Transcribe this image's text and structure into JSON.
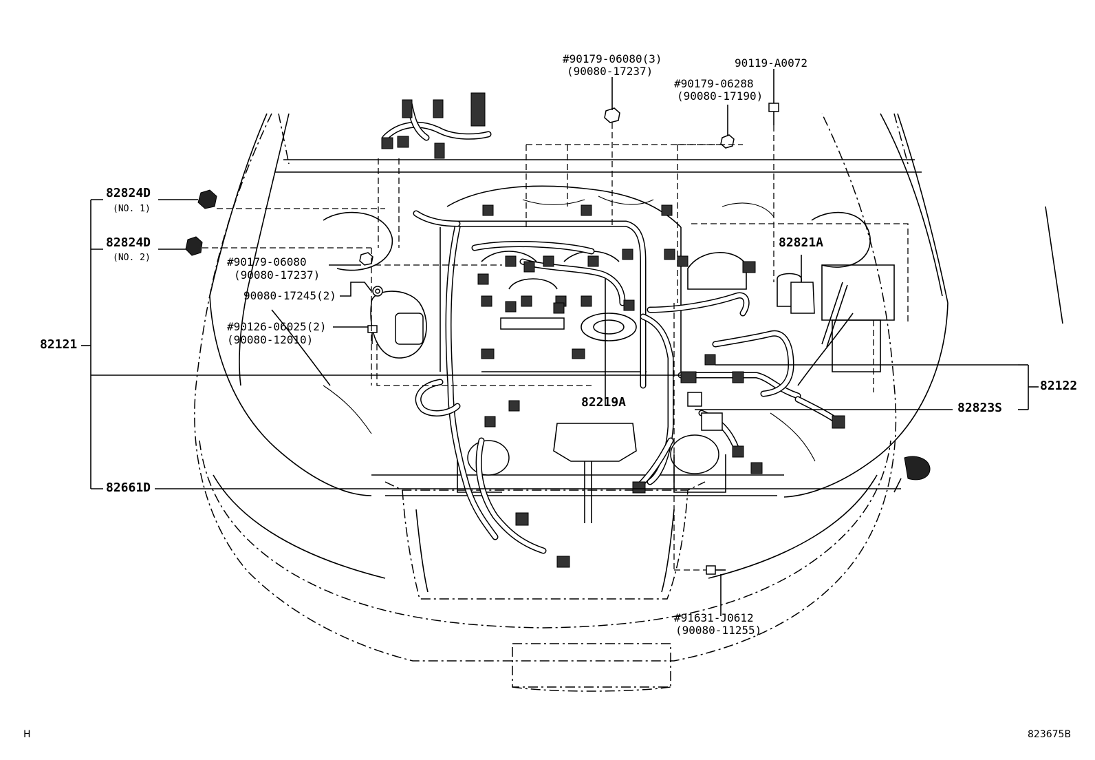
{
  "diagram": {
    "labels": {
      "p82824d_1": "82824D",
      "p82824d_1_sub": "(NO. 1)",
      "p82824d_2": "82824D",
      "p82824d_2_sub": "(NO. 2)",
      "p82121": "82121",
      "p82661d": "82661D",
      "p82219a": "82219A",
      "p82821a": "82821A",
      "p82122": "82122",
      "p82823s": "82823S",
      "bolt_top_a": "#90179-06080(3)",
      "bolt_top_a_sub": "(90080-17237)",
      "bolt_top_b": "90119-A0072",
      "bolt_top_c": "#90179-06288",
      "bolt_top_c_sub": "(90080-17190)",
      "nut_left_a": "#90179-06080",
      "nut_left_a_sub": "(90080-17237)",
      "clip_left": "90080-17245(2)",
      "bolt_left": "#90126-06025(2)",
      "bolt_left_sub": "(90080-12010)",
      "bolt_bottom": "#91631-J0612",
      "bolt_bottom_sub": "(90080-11255)"
    },
    "footer": {
      "left_code": "H",
      "drawing_number": "823675B"
    }
  }
}
